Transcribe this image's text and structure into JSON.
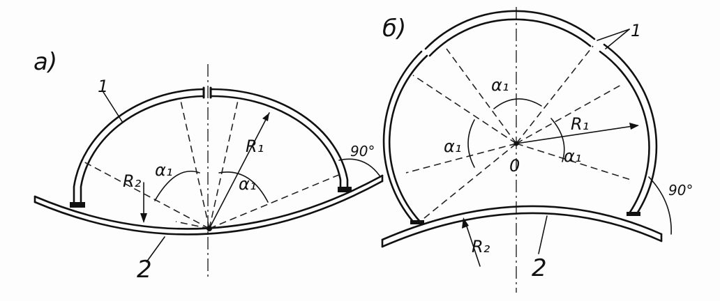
{
  "panel_a": {
    "label": "a)",
    "part_1": "1",
    "part_2": "2",
    "radius_1": "R₁",
    "radius_2": "R₂",
    "angle_left": "α₁",
    "angle_right": "α₁",
    "right_angle": "90°"
  },
  "panel_b": {
    "label": "б)",
    "part_1": "1",
    "part_2": "2",
    "radius_1": "R₁",
    "radius_2": "R₂",
    "angle_top": "α₁",
    "angle_left": "α₁",
    "angle_right": "α₁",
    "center": "0",
    "right_angle": "90°"
  }
}
